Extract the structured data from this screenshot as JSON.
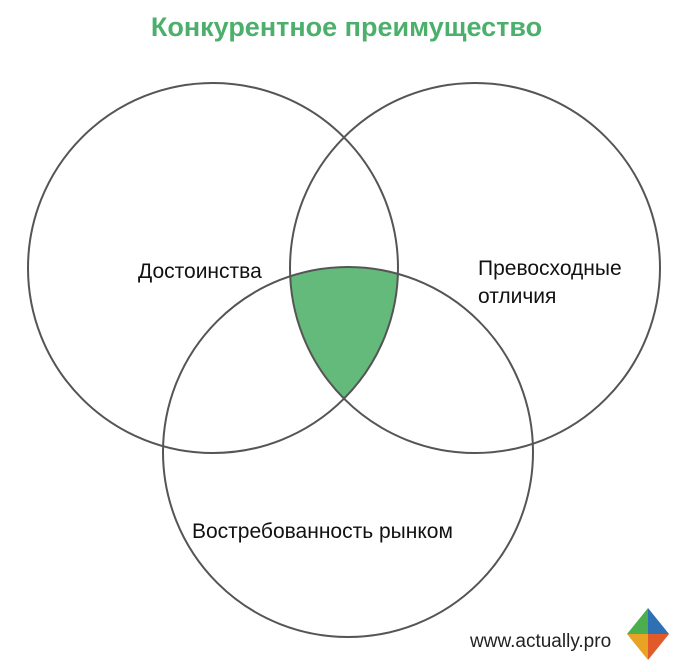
{
  "title": "Конкурентное преимущество",
  "circles": {
    "left": "Достоинства",
    "right_line1": "Превосходные",
    "right_line2": "отличия",
    "bottom": "Востребованность рынком"
  },
  "footer": {
    "url": "www.actually.pro"
  },
  "colors": {
    "accent": "#4cb06c",
    "intersection": "#63ba7b",
    "circle_stroke": "#555555",
    "logo": [
      "#2f6fb3",
      "#e8a224",
      "#4cae4c",
      "#e05a2a"
    ]
  }
}
